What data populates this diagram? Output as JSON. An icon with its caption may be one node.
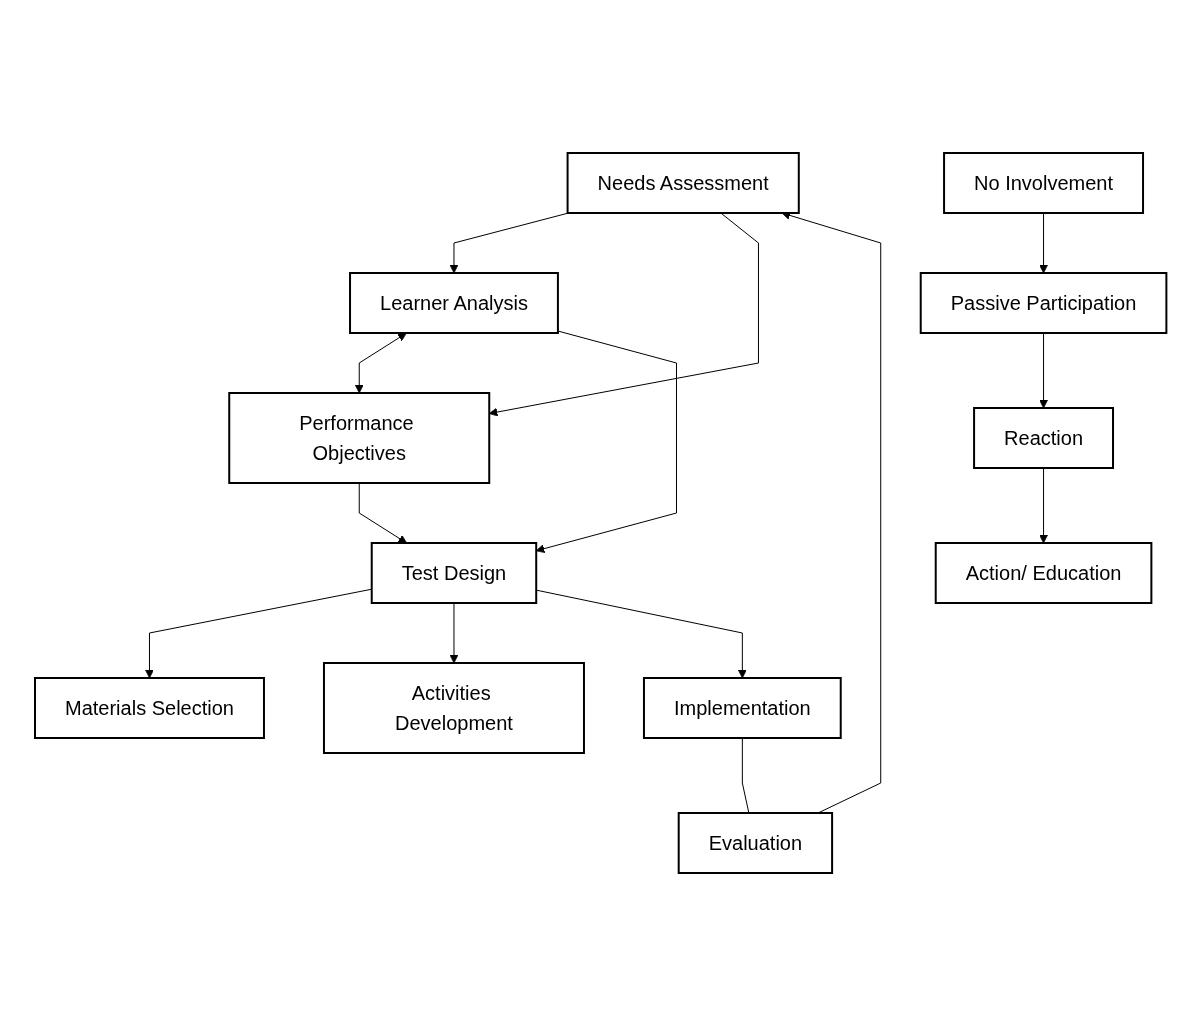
{
  "diagram": {
    "nodes": [
      {
        "text": [
          "Needs Assessment"
        ]
      },
      {
        "text": [
          "Learner Analysis"
        ]
      },
      {
        "text": [
          "Performance Objectives"
        ]
      },
      {
        "text": [
          "Test Design"
        ]
      },
      {
        "text": [
          "Materials Selection"
        ]
      },
      {
        "text": [
          "Activities Development"
        ]
      },
      {
        "text": [
          "Implementation"
        ]
      },
      {
        "text": [
          "Evaluation"
        ]
      },
      {
        "text": [
          "No Involvement"
        ]
      },
      {
        "text": [
          "Passive Participation"
        ]
      },
      {
        "text": [
          "Reaction"
        ]
      },
      {
        "text": [
          "Action/ Education"
        ]
      }
    ],
    "edges": [
      {
        "from": 0,
        "to": 1,
        "arrow": "to"
      },
      {
        "from": 0,
        "to": 2,
        "arrow": "to"
      },
      {
        "from": 1,
        "to": 2,
        "arrow": "both"
      },
      {
        "from": 1,
        "to": 3,
        "arrow": "to"
      },
      {
        "from": 2,
        "to": 3,
        "arrow": "to"
      },
      {
        "from": 3,
        "to": 4,
        "arrow": "to"
      },
      {
        "from": 3,
        "to": 5,
        "arrow": "to"
      },
      {
        "from": 3,
        "to": 6,
        "arrow": "to"
      },
      {
        "from": 6,
        "to": 7,
        "arrow": "none"
      },
      {
        "from": 7,
        "to": 0,
        "arrow": "to"
      },
      {
        "from": 8,
        "to": 9,
        "arrow": "to"
      },
      {
        "from": 9,
        "to": 10,
        "arrow": "to"
      },
      {
        "from": 10,
        "to": 11,
        "arrow": "to"
      }
    ]
  }
}
